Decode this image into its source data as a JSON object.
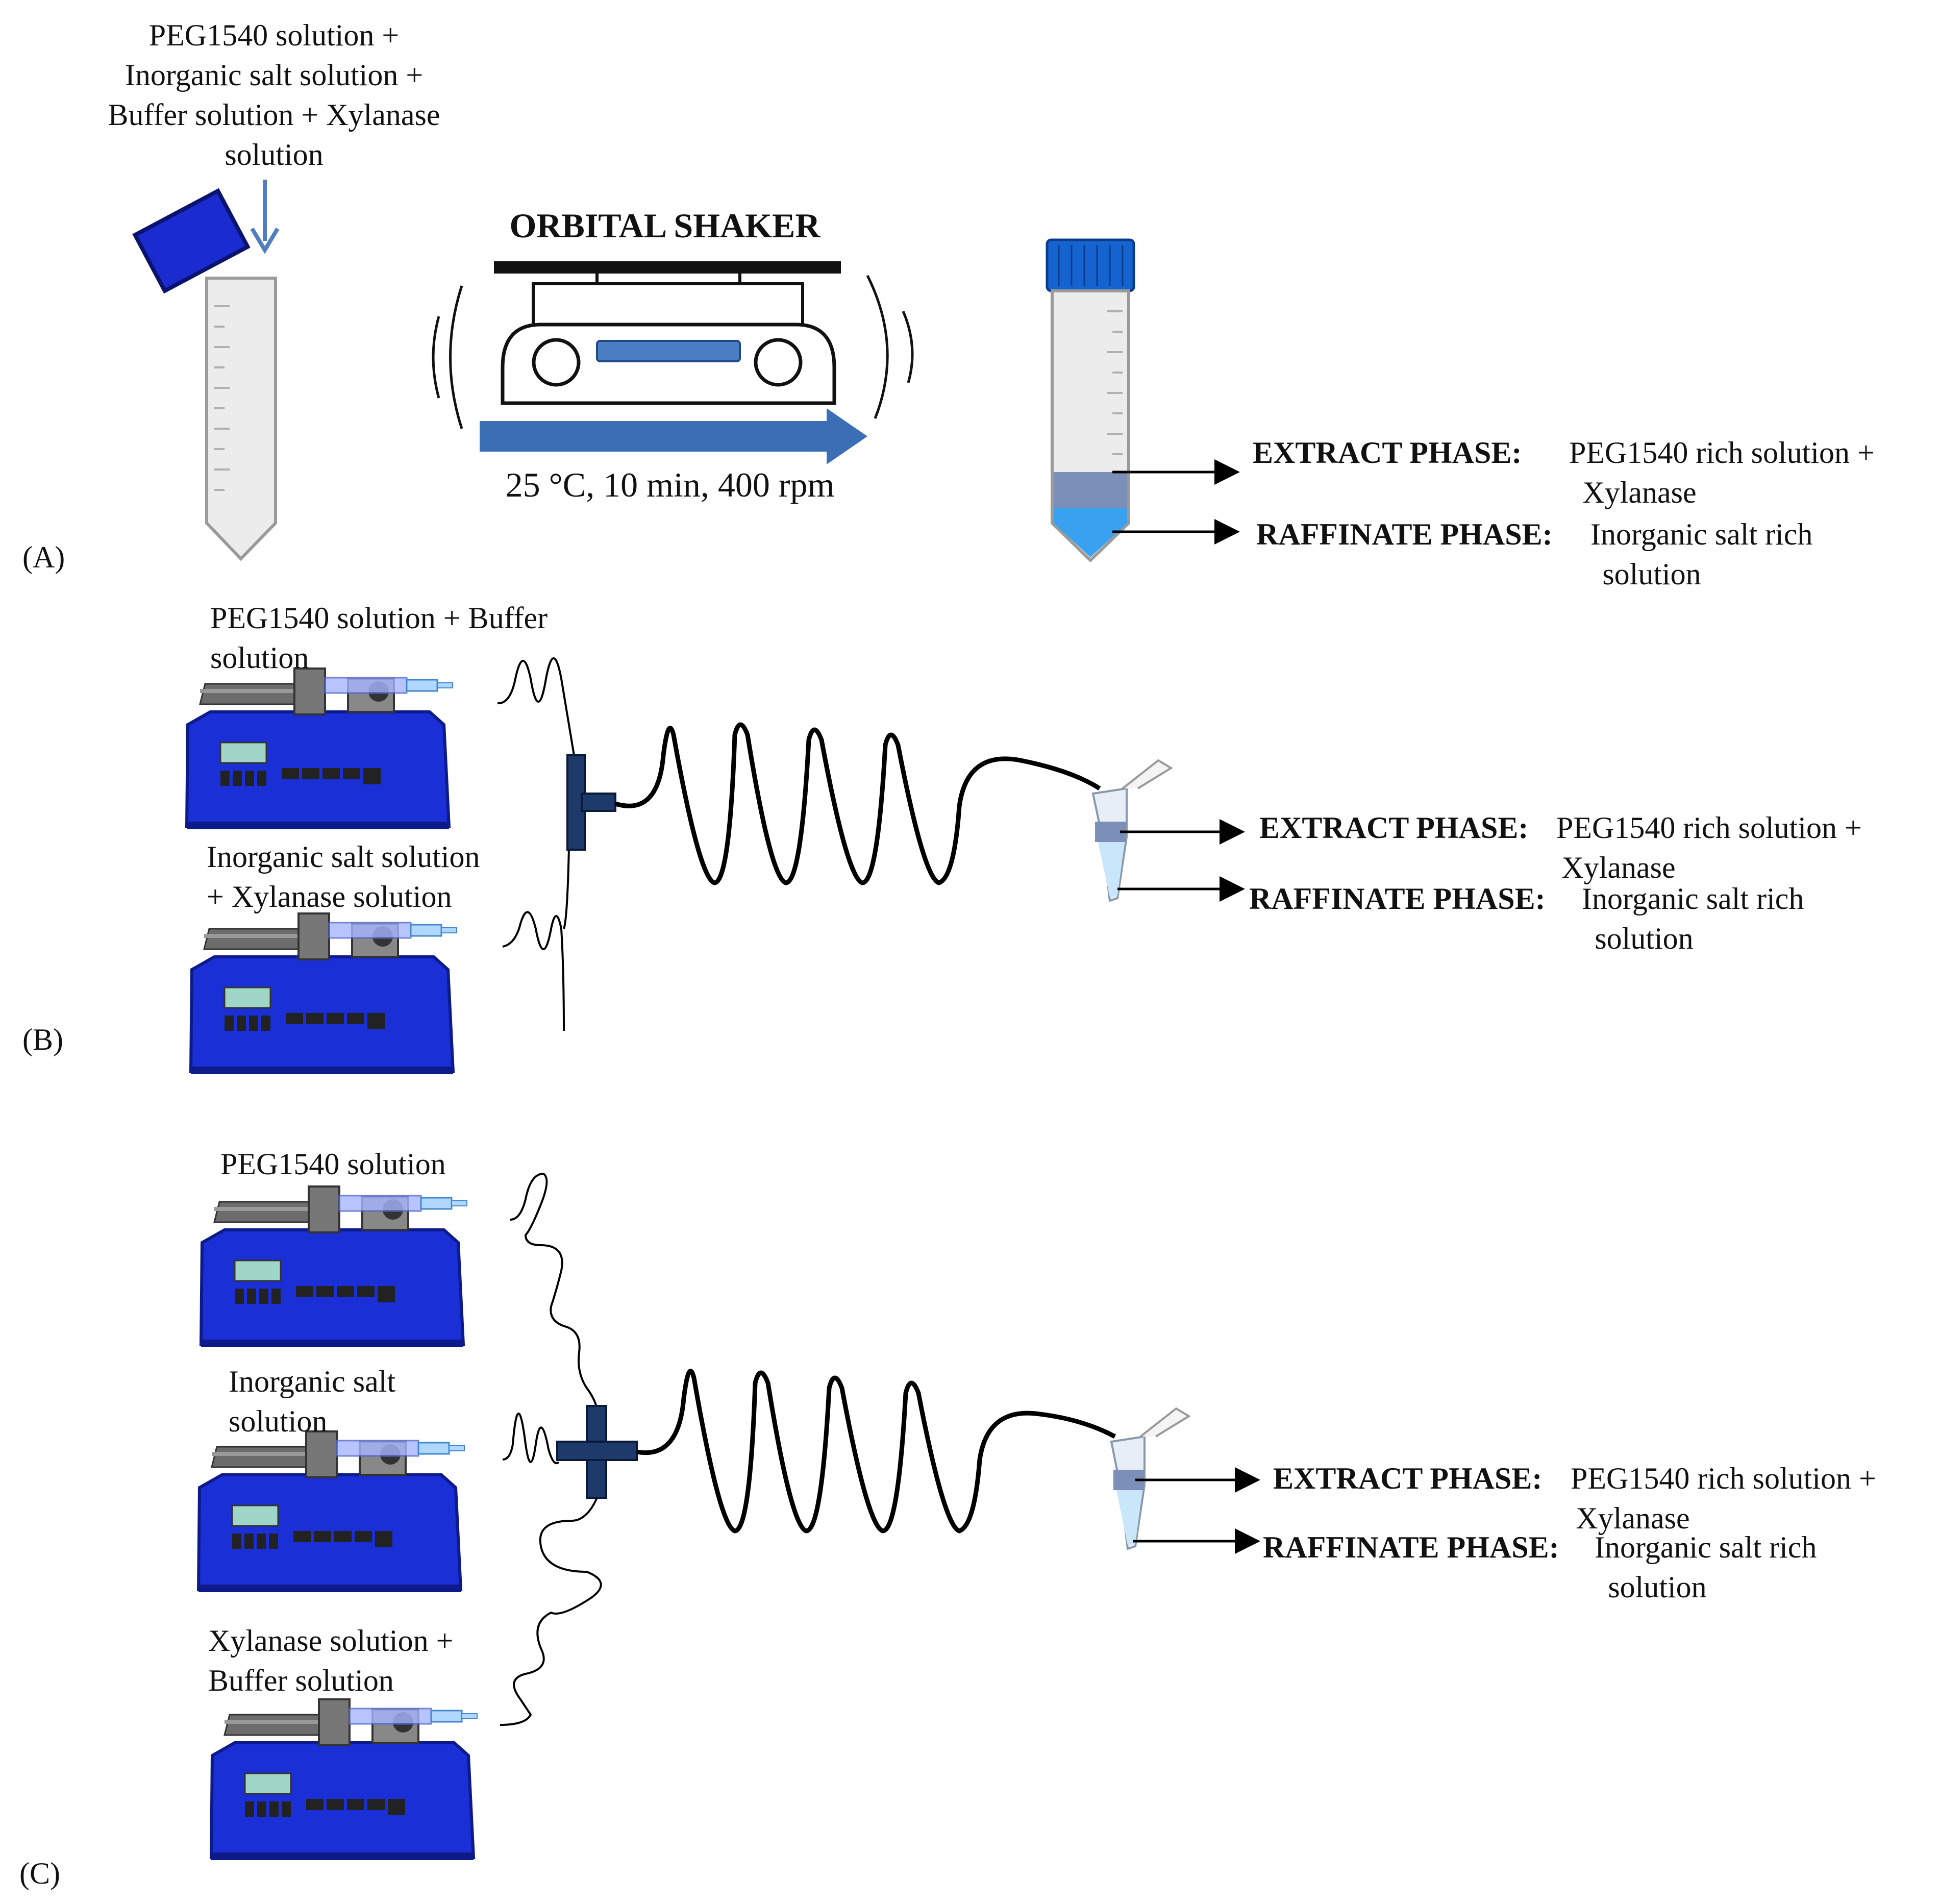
{
  "panel_a": {
    "label": "(A)",
    "input_lines": [
      "PEG1540 solution +",
      "Inorganic salt  solution +",
      "Buffer solution + Xylanase",
      "solution"
    ],
    "shaker_title": "ORBITAL SHAKER",
    "conditions": "25 °C, 10 min, 400 rpm",
    "extract_title": "EXTRACT PHASE:",
    "extract_desc_1": "PEG1540  rich solution +",
    "extract_desc_2": "Xylanase",
    "raffinate_title": "RAFFINATE PHASE:",
    "raffinate_desc_1": "Inorganic salt rich",
    "raffinate_desc_2": "solution"
  },
  "panel_b": {
    "label": "(B)",
    "pump1_lines": [
      "PEG1540  solution + Buffer",
      "solution"
    ],
    "pump2_lines": [
      "Inorganic salt solution",
      "+ Xylanase solution"
    ],
    "extract_title": "EXTRACT PHASE:",
    "extract_desc_1": "PEG1540  rich solution +",
    "extract_desc_2": "Xylanase",
    "raffinate_title": "RAFFINATE PHASE:",
    "raffinate_desc_1": "Inorganic salt rich",
    "raffinate_desc_2": "solution"
  },
  "panel_c": {
    "label": "(C)",
    "pump1_lines": [
      "PEG1540 solution"
    ],
    "pump2_lines": [
      "Inorganic salt",
      "solution"
    ],
    "pump3_lines": [
      "Xylanase  solution +",
      "Buffer solution"
    ],
    "extract_title": "EXTRACT PHASE:",
    "extract_desc_1": "PEG1540  rich solution +",
    "extract_desc_2": "Xylanase",
    "raffinate_title": "RAFFINATE PHASE:",
    "raffinate_desc_1": "Inorganic salt rich",
    "raffinate_desc_2": "solution"
  },
  "colors": {
    "pump_blue": "#1a2fd6",
    "pump_dark": "#0d1a8a",
    "arrow_blue": "#3a6fb5",
    "connector": "#1d3a6a",
    "cap_blue": "#1463d0",
    "tube_fill": "#e8e8ec",
    "extract_band": "#7b8fb8",
    "raffinate_band": "#3aa0f0"
  }
}
